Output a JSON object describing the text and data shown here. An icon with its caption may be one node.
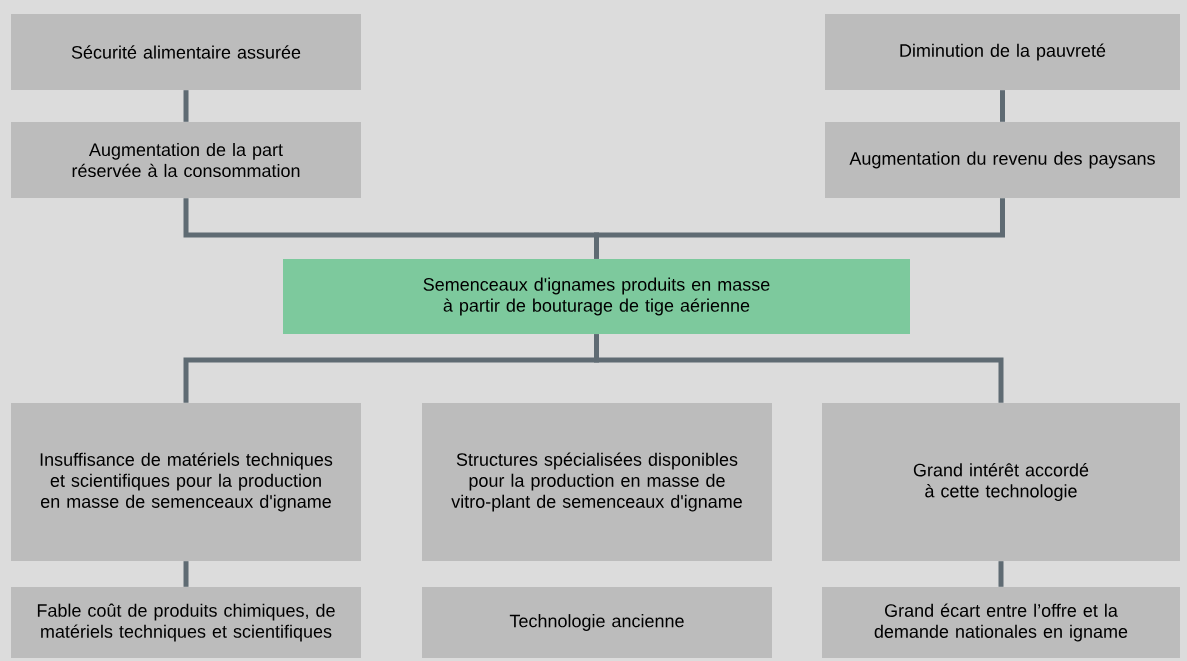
{
  "diagram": {
    "nodes": [
      {
        "text": [
          "Sécurité alimentaire assurée"
        ]
      },
      {
        "text": [
          "Diminution de la pauvreté"
        ]
      },
      {
        "text": [
          "Augmentation de la part réservée à la consommation"
        ]
      },
      {
        "text": [
          "Augmentation du revenu des paysans"
        ]
      },
      {
        "text": [
          "Semenceaux d'ignames produits en masse à partir de bouturage de tige aérienne"
        ]
      },
      {
        "text": [
          "Insuffisance de matériels techniques et scientifiques pour la production en masse de semenceaux d'igname"
        ]
      },
      {
        "text": [
          "Structures spécialisées disponibles pour la production en masse de vitro-plant de semenceaux d'igname"
        ]
      },
      {
        "text": [
          "Grand intérêt accordé à cette technologie"
        ]
      },
      {
        "text": [
          "Fable coût de produits chimiques, de matériels techniques et scientifiques"
        ]
      },
      {
        "text": [
          "Technologie ancienne"
        ]
      },
      {
        "text": [
          "Grand écart entre l’offre et la demande nationales en igname"
        ]
      }
    ],
    "edges": [
      {
        "from": 0,
        "to": 2,
        "arrow": "none"
      },
      {
        "from": 1,
        "to": 3,
        "arrow": "none"
      },
      {
        "from": 2,
        "to": 4,
        "arrow": "none"
      },
      {
        "from": 3,
        "to": 4,
        "arrow": "none"
      },
      {
        "from": 4,
        "to": 5,
        "arrow": "none"
      },
      {
        "from": 4,
        "to": 7,
        "arrow": "none"
      },
      {
        "from": 5,
        "to": 8,
        "arrow": "none"
      },
      {
        "from": 7,
        "to": 10,
        "arrow": "none"
      }
    ]
  }
}
